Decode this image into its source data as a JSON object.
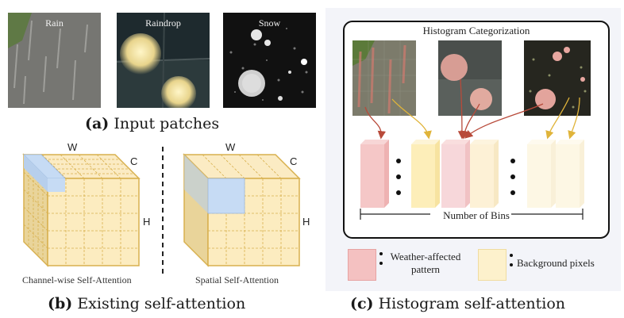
{
  "patches": [
    {
      "label": "Rain"
    },
    {
      "label": "Raindrop"
    },
    {
      "label": "Snow"
    }
  ],
  "captions": {
    "a_tag": "(a)",
    "a_text": "Input patches",
    "b_tag": "(b)",
    "b_text": "Existing self-attention",
    "c_tag": "(c)",
    "c_text": "Histogram self-attention"
  },
  "cubes": {
    "axis_w": "W",
    "axis_c": "C",
    "axis_h": "H",
    "left_caption": "Channel-wise Self-Attention",
    "right_caption": "Spatial Self-Attention"
  },
  "histogram": {
    "title": "Histogram Categorization",
    "bins_label": "Number of Bins"
  },
  "legend": {
    "weather_label_1": "Weather-affected",
    "weather_label_2": "pattern",
    "background_label": "Background pixels"
  },
  "colors": {
    "cube_fill": "#fbebc3",
    "cube_line": "#d8b04e",
    "highlight_blue": "#c6dbf4",
    "weather_pink": "#f4c1c1",
    "background_yellow": "#fdf1cc",
    "arrow_red": "#b84a3a",
    "arrow_yellow": "#e0b43a"
  }
}
